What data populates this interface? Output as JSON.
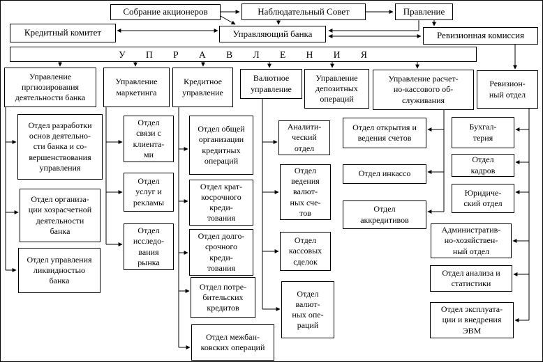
{
  "nodes": {
    "sobranie": "Собрание акционеров",
    "nabl_sovet": "Наблюдательный Совет",
    "pravlenie": "Правление",
    "kred_komitet": "Кредитный комитет",
    "upr_banka": "Управляющий банка",
    "rev_komissia": "Ревизионная комиссия",
    "band": "У П Р А В Л Е Н И Я",
    "h_prognoz": "Управление\nпргнозирования\nдеятельности банка",
    "h_marketing": "Управление\nмаркетинга",
    "h_kredit": "Кредитное\nуправление",
    "h_valuta": "Валютное\nуправление",
    "h_depozit": "Управление\nдепозитных\nопераций",
    "h_raschet": "Управление расчет-\nно-кассового об-\nслуживания",
    "h_reviz": "Ревизион-\nный отдел",
    "c1b1": "Отдел разработки\nоснов деятельно-\nсти банка и со-\nвершенствования\nуправления",
    "c1b2": "Отдел организа-\nции хозрасчетной\nдеятельности\nбанка",
    "c1b3": "Отдел управления\nликвидностью\nбанка",
    "c2b1": "Отдел\nсвязи с\nклиента-\nми",
    "c2b2": "Отдел\nуслуг и\nрекламы",
    "c2b3": "Отдел\nисследо-\nвания\nрынка",
    "c3b1": "Отдел общей\nорганизации\nкредитных\nопераций",
    "c3b2": "Отдел крат-\nкосрочного\nкреди-\nтования",
    "c3b3": "Отдел долго-\nсрочного\nкреди-\nтования",
    "c3b4": "Отдел потре-\nбительских\nкредитов",
    "c3b5": "Отдел межбан-\nковских операций",
    "c4b1": "Аналити-\nческий\nотдел",
    "c4b2": "Отдел\nведения\nвалют-\nных сче-\nтов",
    "c4b3": "Отдел\nкассовых\nсделок",
    "c4b4": "Отдел\nвалют-\nных опе-\nраций",
    "c6b1": "Отдел открытия и\nведения счетов",
    "c6b2": "Отдел инкассо",
    "c6b3": "Отдел\nаккредитивов",
    "c7b1": "Бухгал-\nтерия",
    "c7b2": "Отдел\nкадров",
    "c7b3": "Юридиче-\nский отдел",
    "c7b4": "Административ-\nно-хозяйствен-\nный отдел",
    "c7b5": "Отдел анализа и\nстатистики",
    "c7b6": "Отдел эксплуата-\nции и внедрения\nЭВМ"
  },
  "colors": {
    "line": "#000000",
    "background": "#ffffff",
    "text": "#000000"
  }
}
